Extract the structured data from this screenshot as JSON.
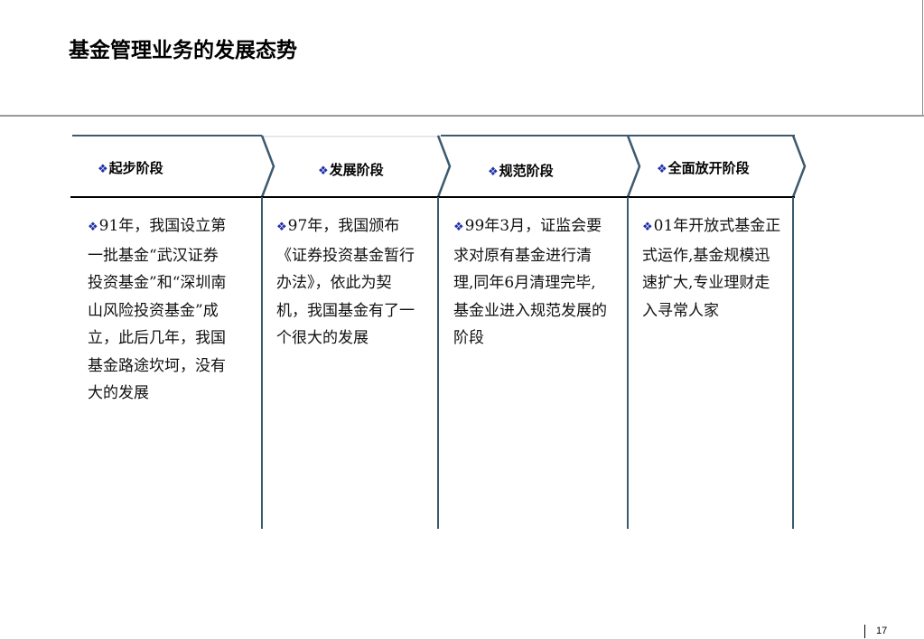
{
  "title": "基金管理业务的发展态势",
  "bullet_glyph": "❖",
  "stages": [
    {
      "label": "起步阶段",
      "text": "91年，我国设立第一批基金“武汉证券投资基金”和“深圳南山风险投资基金”成立，此后几年，我国基金路途坎坷，没有大的发展"
    },
    {
      "label": "发展阶段",
      "text": "97年，我国颁布《证券投资基金暂行办法》，依此为契机，我国基金有了一个很大的发展"
    },
    {
      "label": "规范阶段",
      "text": "99年3月，证监会要求对原有基金进行清理,同年6月清理完毕,基金业进入规范发展的阶段"
    },
    {
      "label": "全面放开阶段",
      "text": "01年开放式基金正式运作,基金规模迅速扩大,专业理财走入寻常人家"
    }
  ],
  "page_number": "17",
  "colors": {
    "frame": "#3c5a6e",
    "bullet": "#1f2fa8",
    "header_rule": "#9a9a9a"
  }
}
